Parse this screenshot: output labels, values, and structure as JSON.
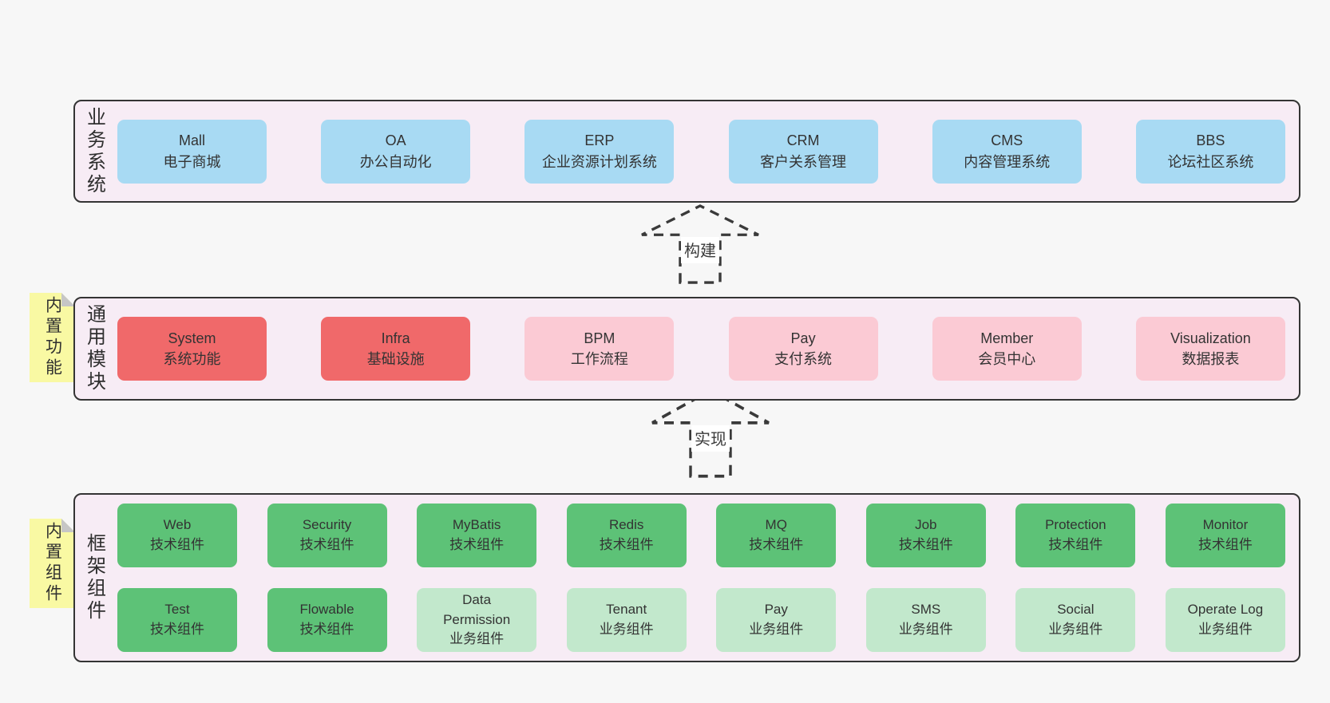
{
  "colors": {
    "page_background": "#f7f7f7",
    "container_background": "#f7ecf5",
    "container_border": "#343434",
    "business_box_blue": "#a8daf3",
    "core_module_red": "#f0696a",
    "module_pink": "#fbcad4",
    "tech_component_green": "#5dc277",
    "biz_component_light_green": "#c2e8cc",
    "sticky_note_yellow": "#f9f9a3",
    "text": "#333333"
  },
  "arrows": [
    {
      "label": "构建"
    },
    {
      "label": "实现"
    }
  ],
  "sections": {
    "business": {
      "label": "业务系统",
      "boxes": [
        {
          "title": "Mall",
          "subtitle": "电子商城"
        },
        {
          "title": "OA",
          "subtitle": "办公自动化"
        },
        {
          "title": "ERP",
          "subtitle": "企业资源计划系统"
        },
        {
          "title": "CRM",
          "subtitle": "客户关系管理"
        },
        {
          "title": "CMS",
          "subtitle": "内容管理系统"
        },
        {
          "title": "BBS",
          "subtitle": "论坛社区系统"
        }
      ]
    },
    "modules": {
      "note": "内置功能",
      "label": "通用模块",
      "boxes": [
        {
          "title": "System",
          "subtitle": "系统功能"
        },
        {
          "title": "Infra",
          "subtitle": "基础设施"
        },
        {
          "title": "BPM",
          "subtitle": "工作流程"
        },
        {
          "title": "Pay",
          "subtitle": "支付系统"
        },
        {
          "title": "Member",
          "subtitle": "会员中心"
        },
        {
          "title": "Visualization",
          "subtitle": "数据报表"
        }
      ]
    },
    "components": {
      "note": "内置组件",
      "label": "框架组件",
      "row1": [
        {
          "title": "Web",
          "subtitle": "技术组件"
        },
        {
          "title": "Security",
          "subtitle": "技术组件"
        },
        {
          "title": "MyBatis",
          "subtitle": "技术组件"
        },
        {
          "title": "Redis",
          "subtitle": "技术组件"
        },
        {
          "title": "MQ",
          "subtitle": "技术组件"
        },
        {
          "title": "Job",
          "subtitle": "技术组件"
        },
        {
          "title": "Protection",
          "subtitle": "技术组件"
        },
        {
          "title": "Monitor",
          "subtitle": "技术组件"
        }
      ],
      "row2": [
        {
          "title": "Test",
          "subtitle": "技术组件"
        },
        {
          "title": "Flowable",
          "subtitle": "技术组件"
        },
        {
          "title": "Data Permission",
          "subtitle": "业务组件"
        },
        {
          "title": "Tenant",
          "subtitle": "业务组件"
        },
        {
          "title": "Pay",
          "subtitle": "业务组件"
        },
        {
          "title": "SMS",
          "subtitle": "业务组件"
        },
        {
          "title": "Social",
          "subtitle": "业务组件"
        },
        {
          "title": "Operate Log",
          "subtitle": "业务组件"
        }
      ]
    }
  }
}
